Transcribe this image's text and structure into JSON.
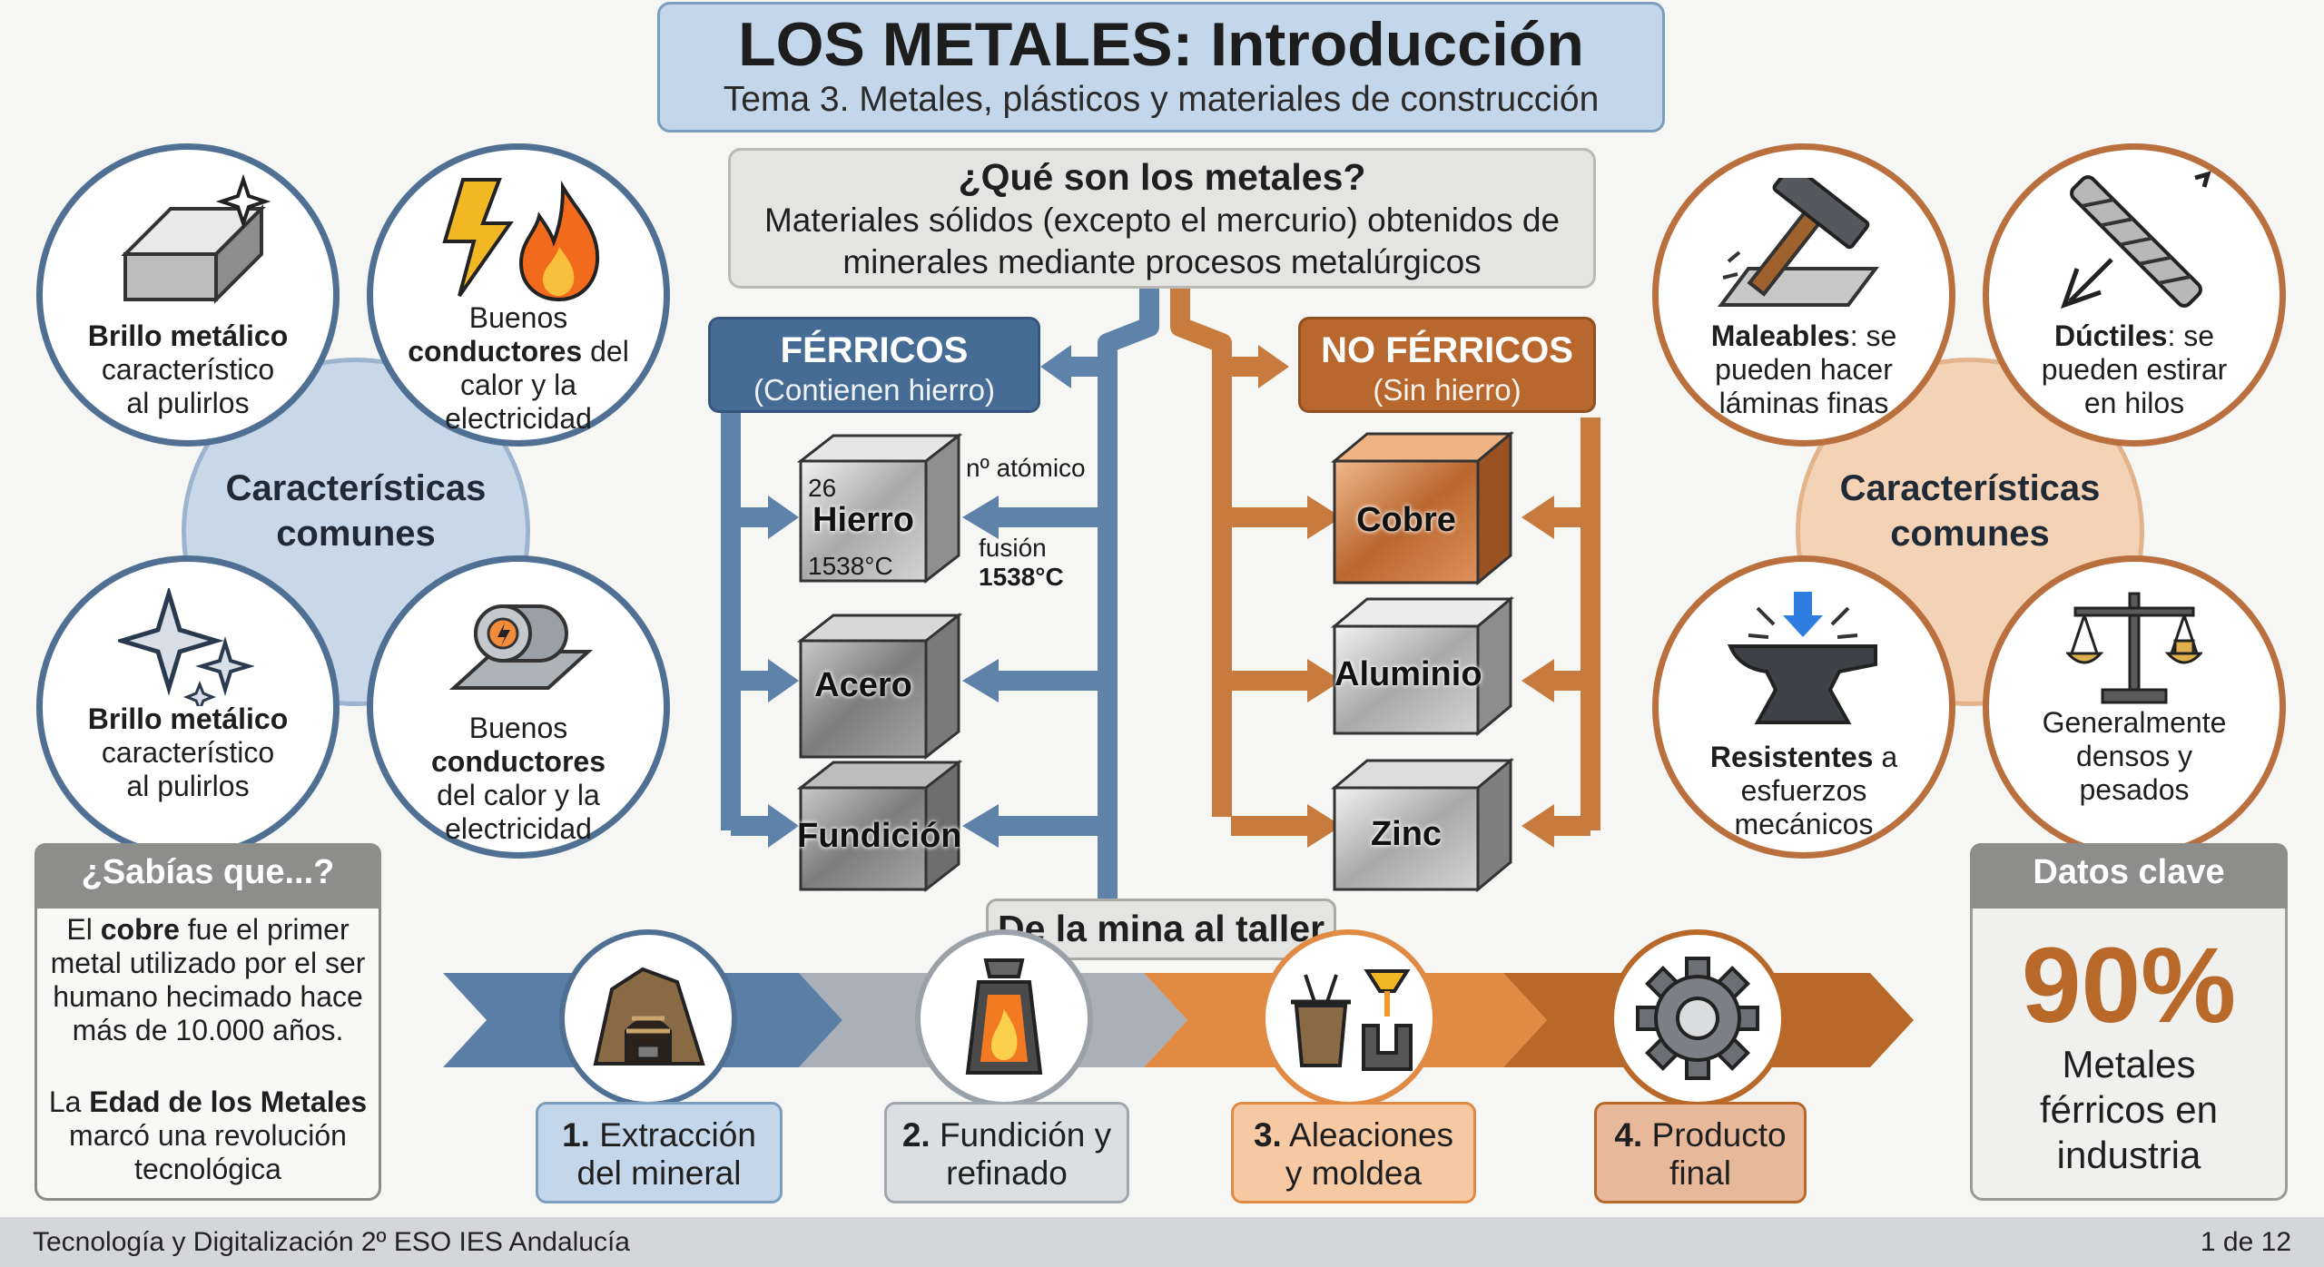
{
  "header": {
    "title": "LOS METALES: Introducción",
    "subtitle": "Tema 3. Metales, plásticos y materiales de construcción"
  },
  "question": {
    "title": "¿Qué son los metales?",
    "text": "Materiales sólidos (excepto el mercurio) obtenidos de minerales mediante procesos metalúrgicos"
  },
  "left_characteristics": {
    "hub_line1": "Características",
    "hub_line2": "comunes",
    "items": [
      {
        "icon": "metal-bar-icon",
        "bold": "Brillo metálico",
        "line2": "característico",
        "line3": "al pulirlos"
      },
      {
        "icon": "lightning-fire-icon",
        "line1": "Buenos",
        "bold": "conductores",
        "rest": "del",
        "line3": "calor y la",
        "line4": "electricidad"
      },
      {
        "icon": "sparkles-icon",
        "bold": "Brillo metálico",
        "line2": "característico",
        "line3": "al pulirlos"
      },
      {
        "icon": "pipe-icon",
        "line1": "Buenos",
        "bold": "conductores",
        "line3": "del calor y la",
        "line4": "electricidad"
      }
    ]
  },
  "right_characteristics": {
    "hub_line1": "Características",
    "hub_line2": "comunes",
    "items": [
      {
        "icon": "hammer-icon",
        "bold": "Maleables",
        "rest": ": se",
        "line2": "pueden hacer",
        "line3": "láminas finas"
      },
      {
        "icon": "wire-icon",
        "bold": "Dúctiles",
        "rest": ": se",
        "line2": "pueden estirar",
        "line3": "en hilos"
      },
      {
        "icon": "anvil-icon",
        "bold": "Resistentes",
        "rest": " a",
        "line2": "esfuerzos",
        "line3": "mecánicos"
      },
      {
        "icon": "balance-icon",
        "line1": "Generalmente",
        "line2": "densos y",
        "line3": "pesados"
      }
    ]
  },
  "ferrous": {
    "title": "FÉRRICOS",
    "subtitle": "(Contienen hierro)",
    "metals": [
      "Hierro",
      "Acero",
      "Fundición"
    ],
    "iron_number": "26",
    "iron_temp": "1538°C",
    "atomic_label": "nº atómico",
    "fusion_label": "fusión",
    "fusion_value": "1538°C",
    "color": "#466c95"
  },
  "nonferrous": {
    "title": "NO FÉRRICOS",
    "subtitle": "(Sin hierro)",
    "metals": [
      "Cobre",
      "Aluminio",
      "Zinc"
    ],
    "color": "#b8672e"
  },
  "fact": {
    "title": "¿Sabías que...?",
    "p1_pre": "El ",
    "p1_bold": "cobre",
    "p1_post": " fue el primer metal utilizado por el ser humano hecimado hace más de 10.000 años.",
    "p2_pre": "La ",
    "p2_bold": "Edad de los Metales",
    "p2_post": " marcó una revolución tecnológica"
  },
  "key_data": {
    "title": "Datos clave",
    "value": "90%",
    "text_line1": "Metales",
    "text_line2": "férricos en",
    "text_line3": "industria"
  },
  "process": {
    "title": "De la mina al taller",
    "steps": [
      {
        "num": "1.",
        "line1": "Extracción",
        "line2": "del mineral",
        "icon": "mine-icon"
      },
      {
        "num": "2.",
        "line1": "Fundición y",
        "line2": "refinado",
        "icon": "furnace-icon"
      },
      {
        "num": "3.",
        "line1": "Aleaciones",
        "line2": "y moldea",
        "icon": "crucible-icon"
      },
      {
        "num": "4.",
        "line1": "Producto",
        "line2": "final",
        "icon": "gear-icon"
      }
    ]
  },
  "footer": {
    "left": "Tecnología y Digitalización 2º ESO IES Andalucía",
    "right": "1 de 12"
  },
  "colors": {
    "blue": "#4f6f93",
    "orange": "#b9703e",
    "blue_light": "#c3d6ea",
    "orange_light": "#f3d2b6"
  }
}
